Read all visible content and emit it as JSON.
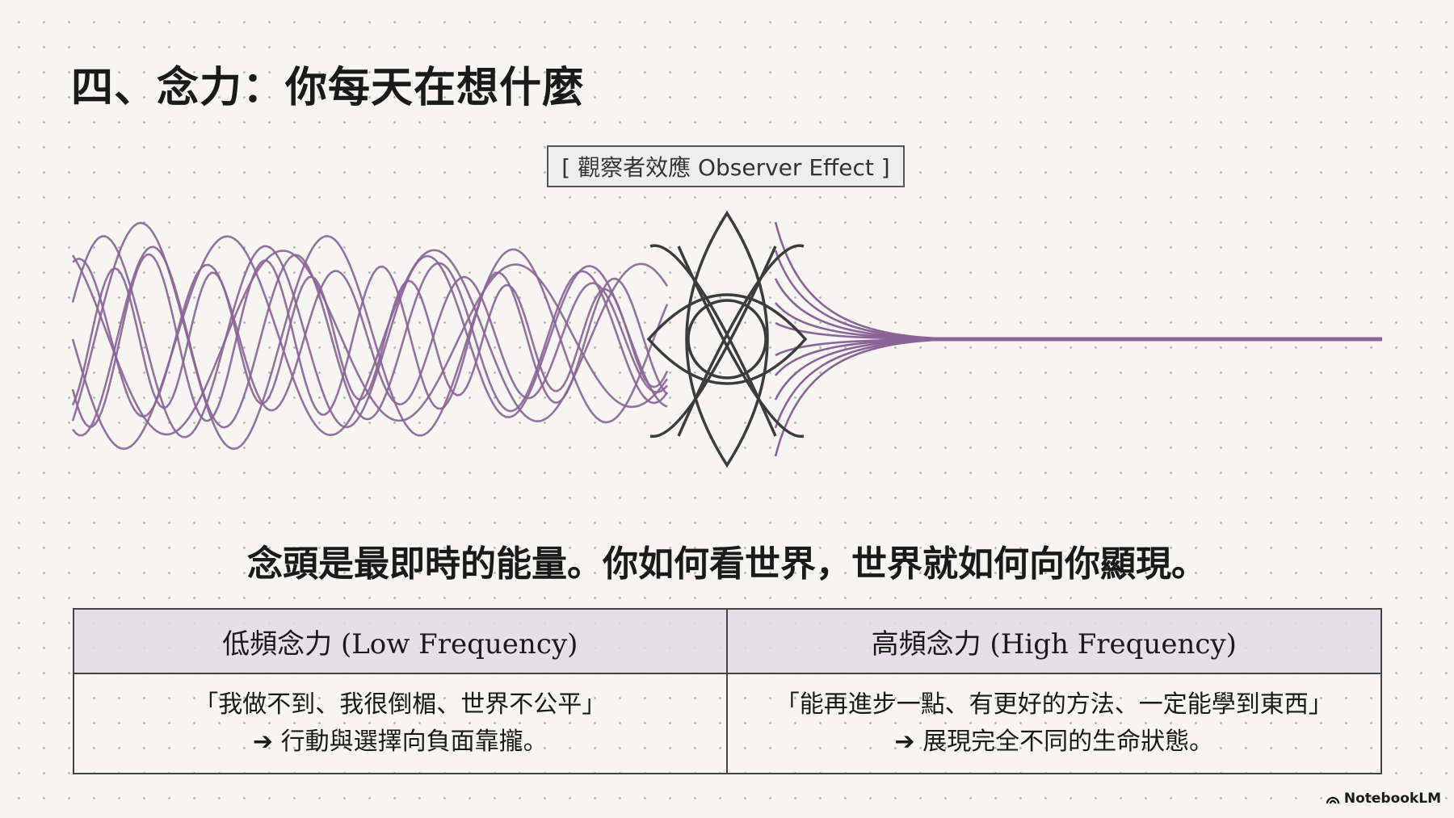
{
  "title": "四、念力：你每天在想什麼",
  "badge": "[ 觀察者效應 Observer Effect ]",
  "statement": "念頭是最即時的能量。你如何看世界，世界就如何向你顯現。",
  "table": {
    "headers": [
      "低頻念力 (Low Frequency)",
      "高頻念力 (High Frequency)"
    ],
    "rows": [
      {
        "quote": "「我做不到、我很倒楣、世界不公平」",
        "result": "➔ 行動與選擇向負面靠攏。"
      },
      {
        "quote": "「能再進步一點、有更好的方法、一定能學到東西」",
        "result": "➔ 展現完全不同的生命狀態。"
      }
    ]
  },
  "logo": "NotebookLM",
  "colors": {
    "wave": "#8a6496",
    "eye": "#3c3c3e",
    "header_bg": "#e2dae4"
  }
}
